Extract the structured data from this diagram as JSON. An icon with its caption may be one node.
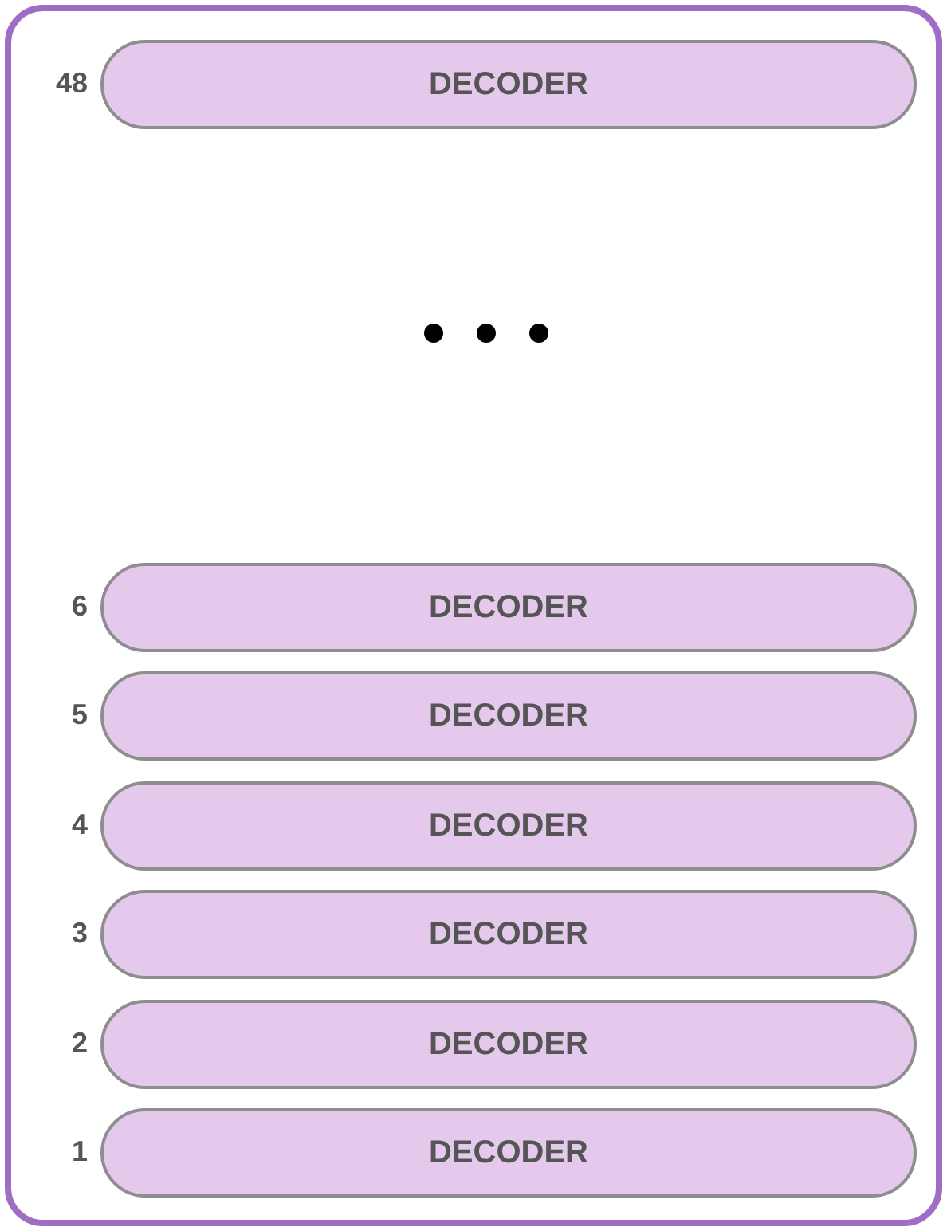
{
  "diagram": {
    "nodes": [
      {
        "text": [],
        "shape": "box"
      },
      {
        "text": [
          "DECODER"
        ],
        "in": 0,
        "beside": [
          "48"
        ]
      },
      {
        "text": [
          "DECODER"
        ],
        "in": 0,
        "beside": [
          "6"
        ]
      },
      {
        "text": [
          "DECODER"
        ],
        "in": 0,
        "beside": [
          "5"
        ]
      },
      {
        "text": [
          "DECODER"
        ],
        "in": 0,
        "beside": [
          "4"
        ]
      },
      {
        "text": [
          "DECODER"
        ],
        "in": 0,
        "beside": [
          "3"
        ]
      },
      {
        "text": [
          "DECODER"
        ],
        "in": 0,
        "beside": [
          "2"
        ]
      },
      {
        "text": [
          "DECODER"
        ],
        "in": 0,
        "beside": [
          "1"
        ]
      }
    ]
  }
}
